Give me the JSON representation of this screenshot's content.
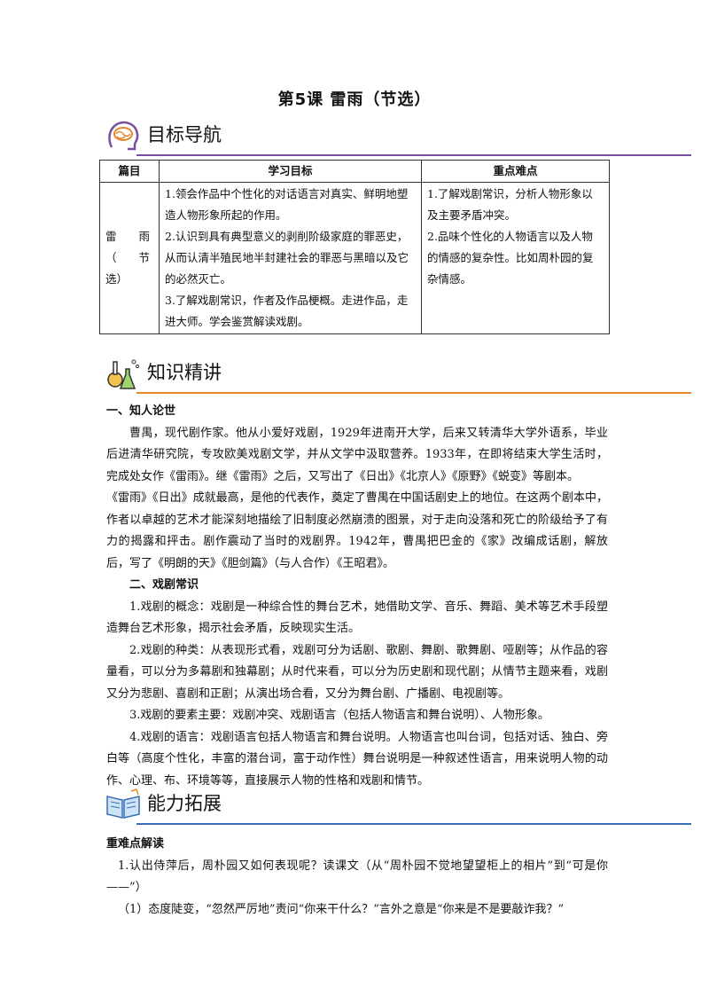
{
  "title": "第5课 雷雨（节选）",
  "sections": {
    "goals": {
      "label": "目标导航"
    },
    "knowledge": {
      "label": "知识精讲"
    },
    "ability": {
      "label": "能力拓展"
    }
  },
  "table": {
    "headers": [
      "篇目",
      "学习目标",
      "重点难点"
    ],
    "row": {
      "name": [
        "雷　　雨",
        "（　　节",
        "选）"
      ],
      "goals": [
        "1.领会作品中个性化的对话语言对真实、鲜明地塑造人物形象所起的作用。",
        "2.认识到具有典型意义的剥削阶级家庭的罪恶史，从而认清半殖民地半封建社会的罪恶与黑暗以及它的必然灭亡。",
        "3.了解戏剧常识，作者及作品梗概。走进作品，走进大师。学会鉴赏解读戏剧。"
      ],
      "focus": [
        "1.了解戏剧常识，分析人物形象以及主要矛盾冲突。",
        "2.品味个性化的人物语言以及人物的情感的复杂性。比如周朴园的复杂情感。"
      ]
    }
  },
  "knowledge": {
    "h1": "一、知人论世",
    "author_para": "曹禺，现代剧作家。他从小爱好戏剧，1929年进南开大学，后来又转清华大学外语系，毕业后进清华研究院，专攻欧美戏剧文学，并从文学中汲取营养。1933年，在即将结束大学生活时，完成处女作《雷雨》。继《雷雨》之后，又写出了《日出》《北京人》《原野》《蜕变》等剧本。",
    "author_para2": "《雷雨》《日出》成就最高，是他的代表作，奠定了曹禺在中国话剧史上的地位。在这两个剧本中，作者以卓越的艺术才能深刻地描绘了旧制度必然崩溃的图景，对于走向没落和死亡的阶级给予了有力的揭露和抨击。剧作震动了当时的戏剧界。1942年，曹禺把巴金的《家》改编成话剧，解放后，写了《明朗的天》《胆剑篇》（与人合作）《王昭君》。",
    "h2": "二、戏剧常识",
    "items": [
      "1.戏剧的概念：戏剧是一种综合性的舞台艺术，她借助文学、音乐、舞蹈、美术等艺术手段塑造舞台艺术形象，揭示社会矛盾，反映现实生活。",
      "2.戏剧的种类：从表现形式看，戏剧可分为话剧、歌剧、舞剧、歌舞剧、哑剧等；从作品的容量看，可以分为多幕剧和独幕剧；从时代来看，可以分为历史剧和现代剧；从情节主题来看，戏剧又分为悲剧、喜剧和正剧；从演出场合看，又分为舞台剧、广播剧、电视剧等。",
      "3.戏剧的要素主要：戏剧冲突、戏剧语言（包括人物语言和舞台说明）、人物形象。",
      "4.戏剧的语言：戏剧语言包括人物语言和舞台说明。人物语言也叫台词，包括对话、独白、旁白等（高度个性化，丰富的潜台词，富于动作性）舞台说明是一种叙述性语言，用来说明人物的动作、心理、布、环境等等，直接展示人物的性格和戏剧和情节。"
    ]
  },
  "ability": {
    "h1": "重难点解读",
    "q1": "1.认出侍萍后，周朴园又如何表现呢？读课文（从“周朴园不觉地望望柜上的相片”到“可是你——”）",
    "a1": "（1）态度陡变，“忽然严厉地”责问“你来干什么？”言外之意是“你来是不是要敲诈我？”"
  },
  "colors": {
    "purple": "#7a4fa3",
    "orange": "#e58a2c",
    "blue": "#3a6fb5"
  }
}
